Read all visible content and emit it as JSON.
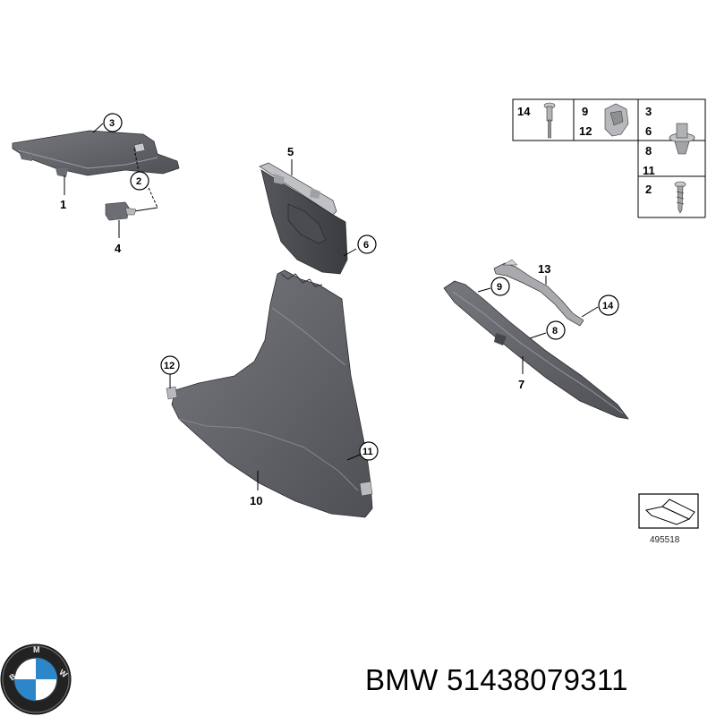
{
  "parts": {
    "p1": "1",
    "p2": "2",
    "p3": "3",
    "p4": "4",
    "p5": "5",
    "p6": "6",
    "p7": "7",
    "p8": "8",
    "p9": "9",
    "p10": "10",
    "p11": "11",
    "p12": "12",
    "p13": "13",
    "p14": "14"
  },
  "fastener_table": {
    "cell_a": "14",
    "cell_b1": "9",
    "cell_b2": "12",
    "cell_c1": "3",
    "cell_c2": "6",
    "cell_c3": "8",
    "cell_c4": "11",
    "cell_d": "2"
  },
  "diagram_ref": "495518",
  "brand": {
    "logo_text": "BMW",
    "name": "BMW",
    "part_number": "51438079311"
  },
  "colors": {
    "trim": "#5b5d62",
    "trim_dark": "#3f4145",
    "trim_light": "#8a8c91",
    "line": "#000000"
  }
}
